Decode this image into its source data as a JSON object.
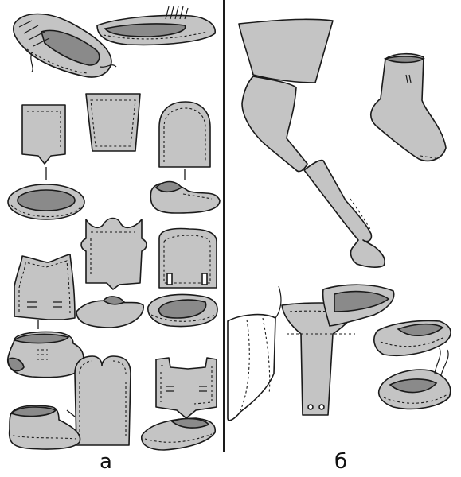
{
  "panels": [
    {
      "id": "a",
      "label": "а"
    },
    {
      "id": "b",
      "label": "б"
    }
  ],
  "colors": {
    "piece_fill": "#c4c4c4",
    "sole_fill": "#8a8a8a",
    "outline": "#1a1a1a",
    "background": "#ffffff"
  }
}
